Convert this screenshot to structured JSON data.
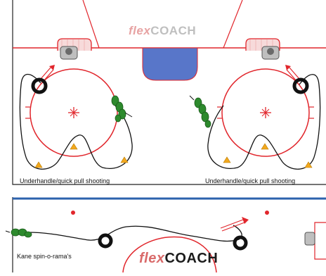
{
  "logo": {
    "brand_flex": "flex",
    "brand_coach": "COACH"
  },
  "drills": [
    {
      "label": "Underhandle/quick pull shooting"
    },
    {
      "label": "Underhandle/quick pull shooting"
    },
    {
      "label": "Kane spin-o-rama's"
    }
  ],
  "colors": {
    "rink_red": "#e1262c",
    "rink_blue": "#2c62ad",
    "crease_blue": "#5876c9",
    "player_green": "#2d8a2d",
    "cone_orange": "#f2a81d"
  }
}
